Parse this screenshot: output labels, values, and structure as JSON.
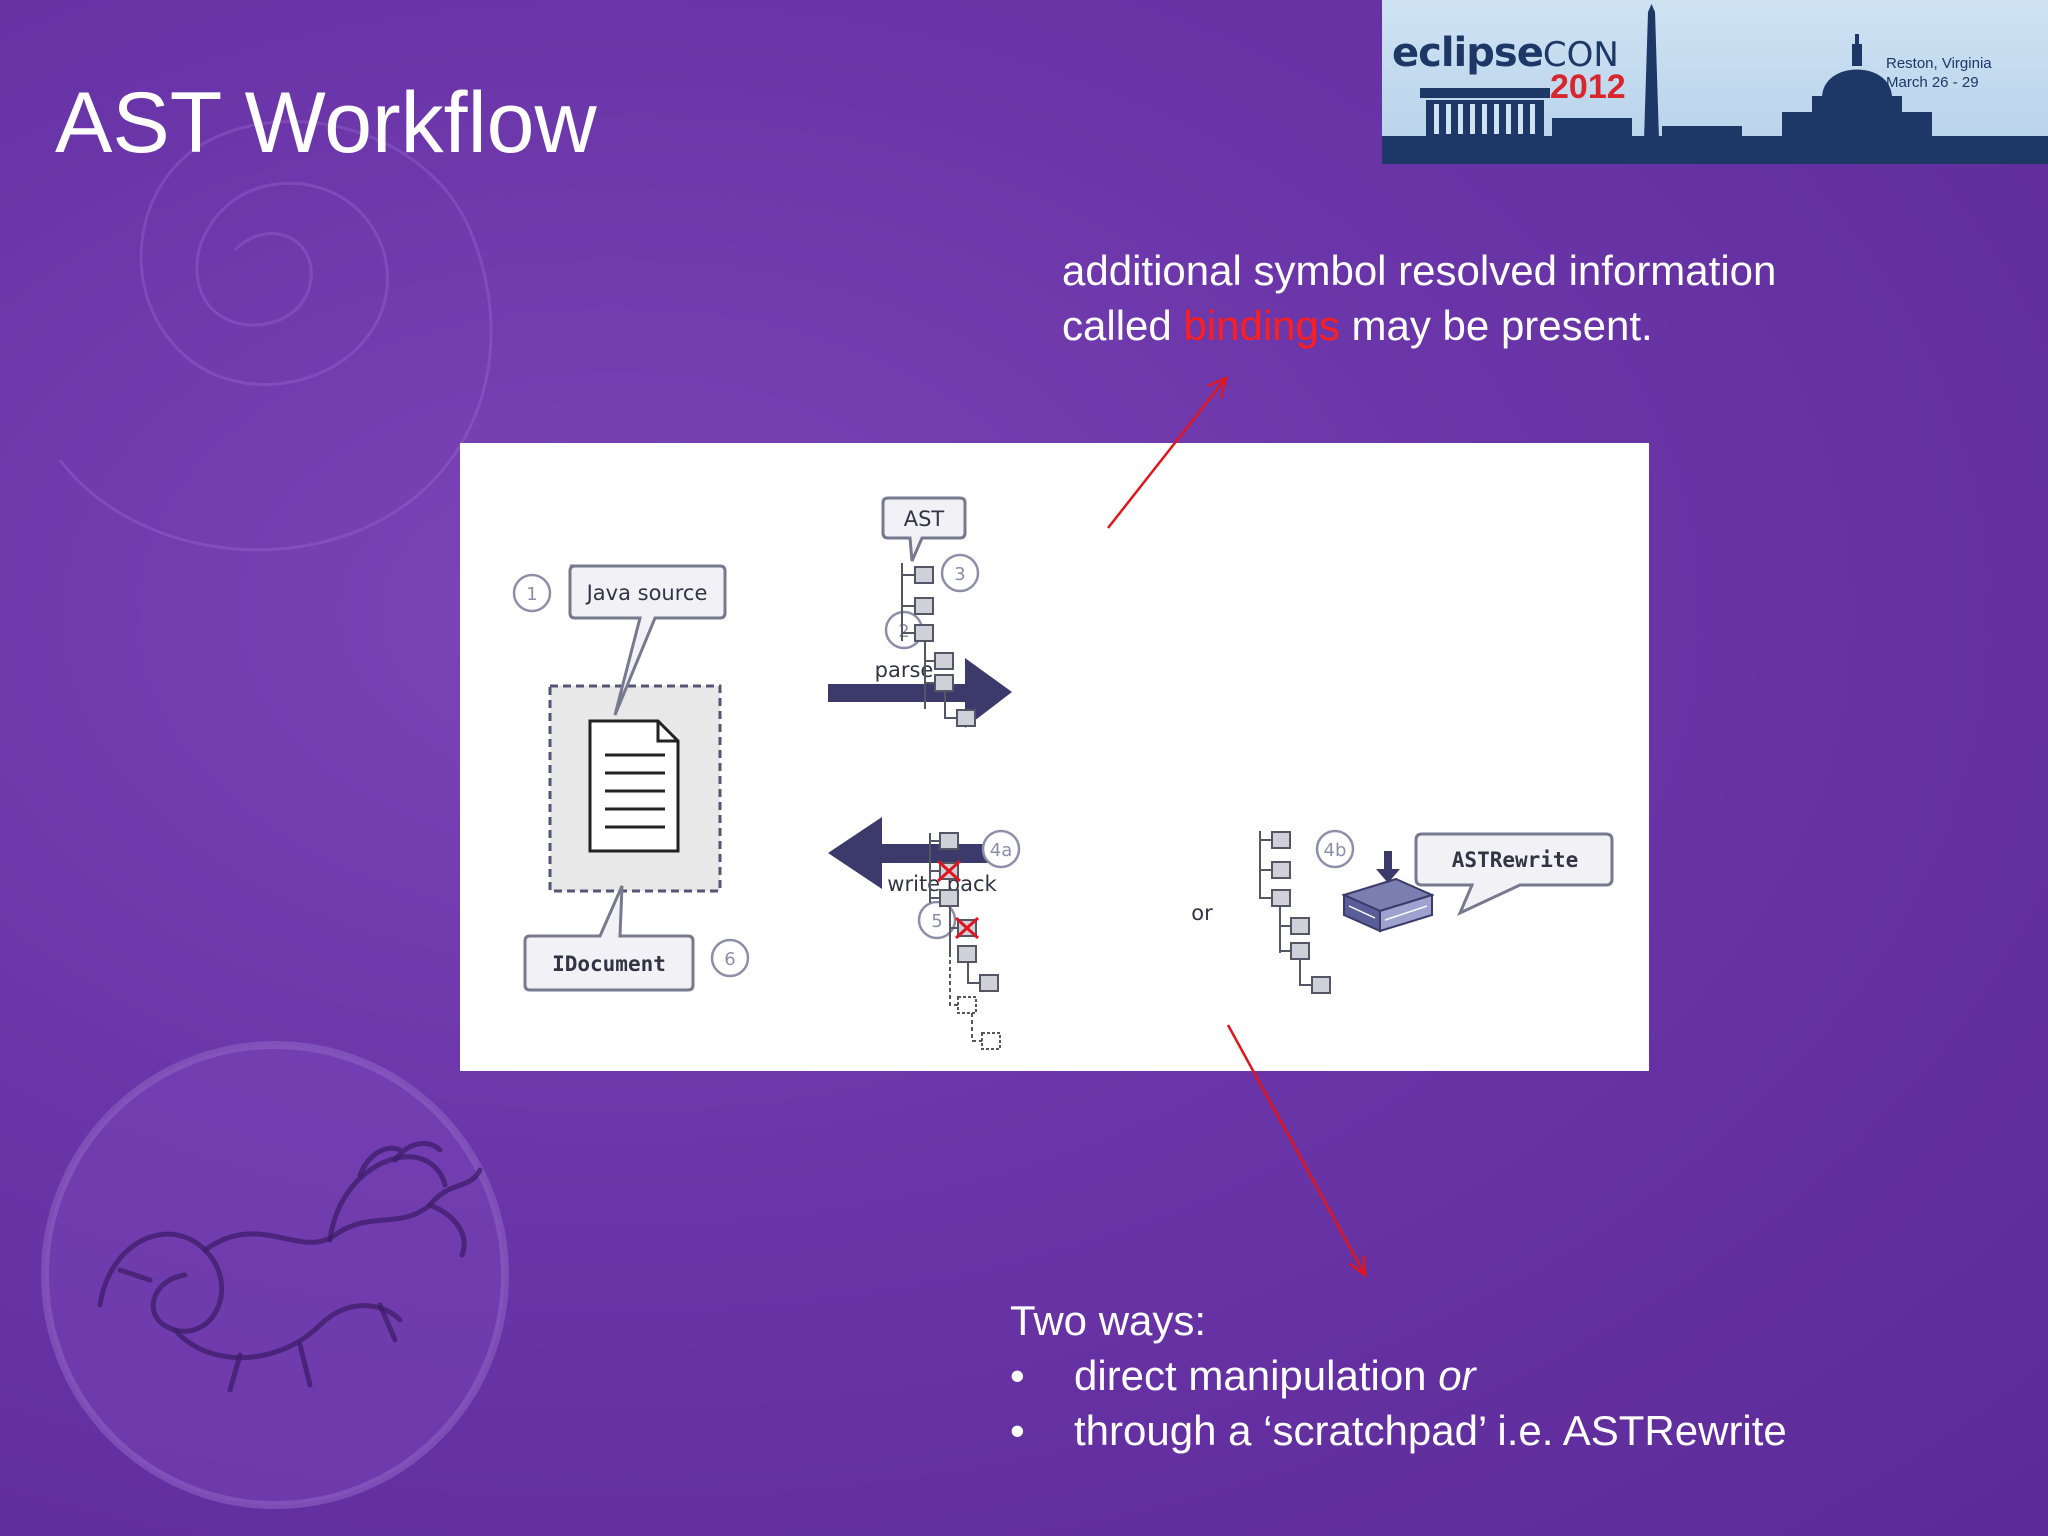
{
  "slide": {
    "title": "AST Workflow"
  },
  "logo": {
    "brand": "eclipse",
    "brand_suffix": "CON",
    "year": "2012",
    "location": "Reston, Virginia",
    "dates": "March 26 - 29"
  },
  "top_note": {
    "line1": "additional symbol resolved information",
    "line2_before": "called ",
    "line2_highlight": "bindings",
    "line2_after": " may be present."
  },
  "bottom_note": {
    "heading": "Two ways:",
    "bullet1_text": "direct manipulation ",
    "bullet1_italic": "or",
    "bullet2_text": "through a ‘scratchpad’ i.e. ASTRewrite"
  },
  "diagram": {
    "java_source": "Java source",
    "idocument": "IDocument",
    "parse": "parse",
    "write_back": "write back",
    "ast": "AST",
    "or": "or",
    "astrewrite": "ASTRewrite",
    "step1": "1",
    "step2": "2",
    "step3": "3",
    "step4a": "4a",
    "step4b": "4b",
    "step5": "5",
    "step6": "6"
  },
  "colors": {
    "background": "#6a35a8",
    "highlight": "#ff1e1e",
    "arrow_navy": "#3c3a6b",
    "annotation_arrow": "#e0161c"
  }
}
